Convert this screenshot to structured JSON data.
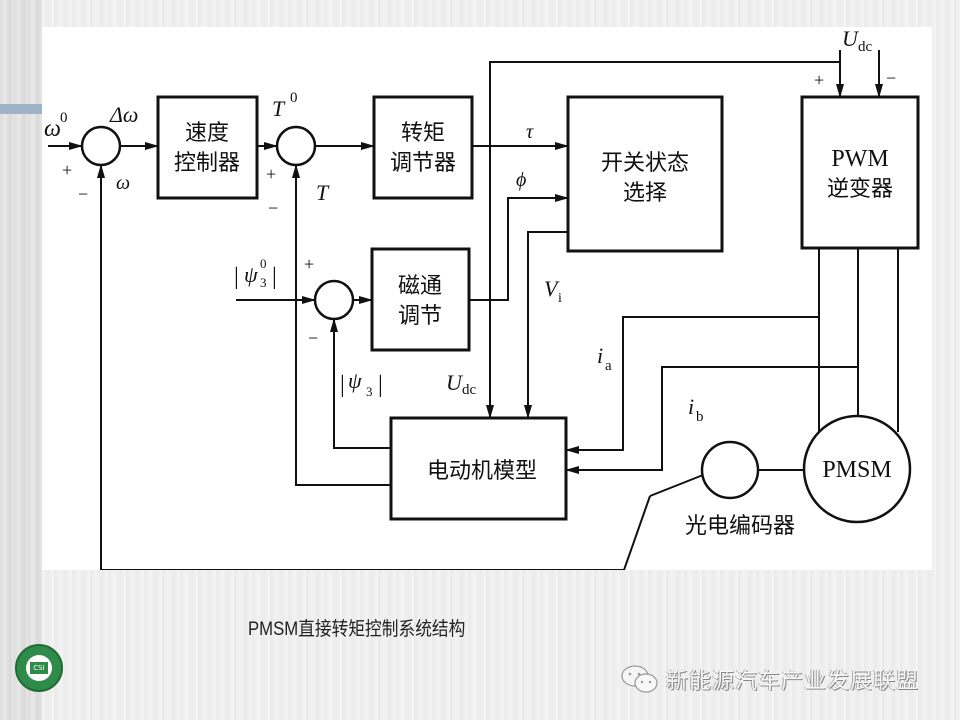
{
  "diagram": {
    "title": "PMSM直接转矩控制系统结构",
    "blocks": {
      "speed_controller": [
        "速度",
        "控制器"
      ],
      "torque_regulator": [
        "转矩",
        "调节器"
      ],
      "switch_state_selection": [
        "开关状态",
        "选择"
      ],
      "pwm_inverter": [
        "PWM",
        "逆变器"
      ],
      "flux_regulator": [
        "磁通",
        "调节"
      ],
      "motor_model": [
        "电动机模型"
      ],
      "pmsm": "PMSM",
      "encoder_label": "光电编码器"
    },
    "signals": {
      "omega_ref": "ω",
      "omega_ref_sup": "0",
      "delta_omega": "Δω",
      "omega": "ω",
      "torque_ref": "T",
      "torque_ref_sup": "0",
      "torque": "T",
      "tau": "τ",
      "phi": "ϕ",
      "flux_ref": "ψ",
      "flux_ref_sup": "0",
      "flux_ref_sub": "3",
      "flux": "ψ",
      "flux_sub": "3",
      "udc_top": "U",
      "udc_top_sub": "dc",
      "udc_mid": "U",
      "udc_mid_sub": "dc",
      "vi": "V",
      "vi_sub": "i",
      "ia": "i",
      "ia_sub": "a",
      "ib": "i",
      "ib_sub": "b",
      "plus": "+",
      "minus": "−"
    }
  },
  "watermark": {
    "icon": "wechat-icon",
    "text": "新能源汽车产业发展联盟"
  },
  "logo": {
    "icon": "csi-logo",
    "text": "CSI"
  }
}
